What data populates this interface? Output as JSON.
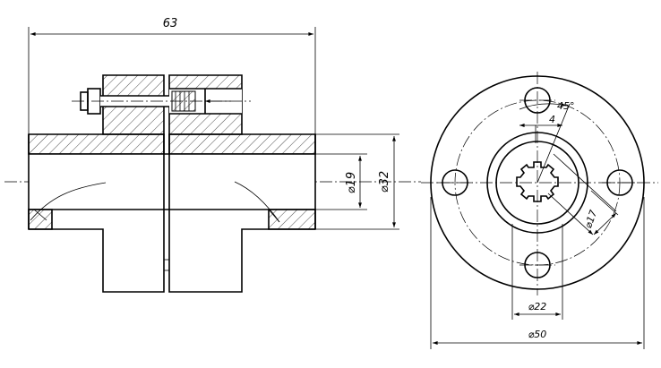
{
  "front_view": {
    "dim_length": "63",
    "dim_bore": "⌀19",
    "dim_hub": "⌀32"
  },
  "end_view": {
    "dim_angle": "45°",
    "dim_offset": "4",
    "dim_spline": "⌀17",
    "dim_inner": "⌀22",
    "dim_outer": "⌀50"
  }
}
